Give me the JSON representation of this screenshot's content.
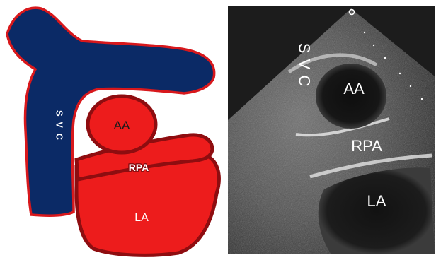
{
  "schematic": {
    "svc_label": "S V C",
    "aa_label": "AA",
    "rpa_label": "RPA",
    "la_label": "LA"
  },
  "echo": {
    "svc_label": "S V C",
    "aa_label": "AA",
    "rpa_label": "RPA",
    "la_label": "LA"
  },
  "colors": {
    "svc_fill": "#0b2a66",
    "vessel_outline": "#d8181c",
    "red_fill": "#ed1c1c",
    "dark_red_outline": "#8e0d10",
    "echo_background": "#1c1c1c"
  }
}
